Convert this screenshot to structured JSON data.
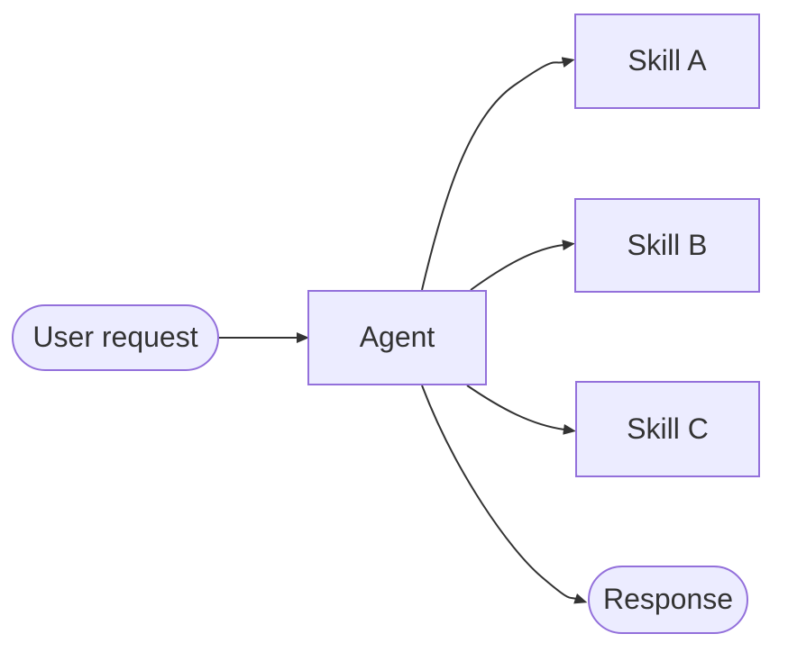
{
  "diagram": {
    "type": "flowchart",
    "direction": "left-to-right",
    "colors": {
      "node_fill": "#ECECFF",
      "node_border": "#9370DB",
      "edge": "#333333",
      "text": "#333333",
      "background": "#ffffff"
    },
    "nodes": [
      {
        "id": "user-request",
        "label": "User request",
        "shape": "stadium"
      },
      {
        "id": "agent",
        "label": "Agent",
        "shape": "rect"
      },
      {
        "id": "skill-a",
        "label": "Skill A",
        "shape": "rect"
      },
      {
        "id": "skill-b",
        "label": "Skill B",
        "shape": "rect"
      },
      {
        "id": "skill-c",
        "label": "Skill C",
        "shape": "rect"
      },
      {
        "id": "response",
        "label": "Response",
        "shape": "stadium"
      }
    ],
    "edges": [
      {
        "from": "user-request",
        "to": "agent",
        "style": "arrow"
      },
      {
        "from": "agent",
        "to": "skill-a",
        "style": "arrow"
      },
      {
        "from": "agent",
        "to": "skill-b",
        "style": "arrow"
      },
      {
        "from": "agent",
        "to": "skill-c",
        "style": "arrow"
      },
      {
        "from": "agent",
        "to": "response",
        "style": "arrow"
      }
    ]
  }
}
